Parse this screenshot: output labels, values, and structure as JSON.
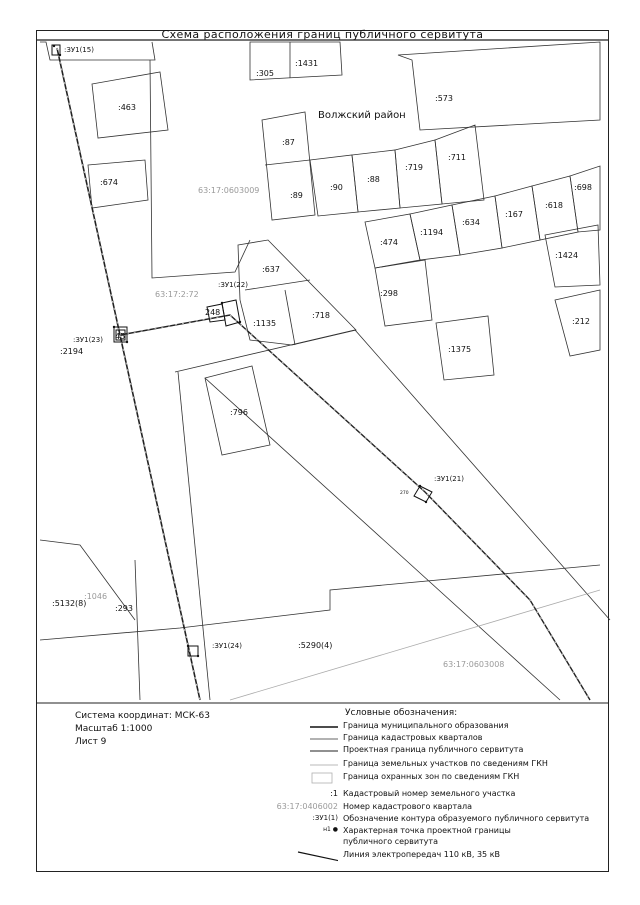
{
  "title": "Схема расположения границ публичного сервитута",
  "district": "Волжский район",
  "colors": {
    "line": "#222222",
    "thin_line": "#555555",
    "gray_text": "#9a9a9a",
    "zone_border": "#b0b0b0"
  },
  "map_labels": {
    "parcels": {
      "p305": ":305",
      "p1431": ":1431",
      "p463": ":463",
      "p573": ":573",
      "p87": ":87",
      "p89": ":89",
      "p90": ":90",
      "p88": ":88",
      "p719": ":719",
      "p711": ":711",
      "p674": ":674",
      "p698": ":698",
      "p618": ":618",
      "p167": ":167",
      "p634": ":634",
      "p1194": ":1194",
      "p474": ":474",
      "p1424": ":1424",
      "p637": ":637",
      "p298": ":298",
      "p718": ":718",
      "p1135": ":1135",
      "p212": ":212",
      "p1375": ":1375",
      "p248": "248",
      "p796": ":796",
      "p2194": ":2194",
      "p45": "45",
      "p5132": ":5132(8)",
      "p1046": ":1046",
      "p293": ":293",
      "p5290": ":5290(4)",
      "p270": "270"
    },
    "quarters": {
      "q1": "63:17:0603009",
      "q2": "63:17:2:72",
      "q3": "63:17:0603008"
    },
    "contours": {
      "c15": ":ЗУ1(15)",
      "c22": ":ЗУ1(22)",
      "c23": ":ЗУ1(23)",
      "c21": ":ЗУ1(21)",
      "c24": ":ЗУ1(24)"
    }
  },
  "info": {
    "coord_system": "Система координат: МСК-63",
    "scale": "Масштаб 1:1000",
    "sheet": "Лист 9"
  },
  "legend": {
    "heading": "Условные обозначения:",
    "items": [
      "Граница муниципального образования",
      "Граница кадастровых кварталов",
      "Проектная граница публичного сервитута",
      "Граница земельных участков по сведениям ГКН",
      "Граница охранных зон по сведениям ГКН",
      "Кадастровый номер земельного участка",
      "Номер кадастрового квартала",
      "Обозначение контура образуемого публичного сервитута",
      "Характерная точка проектной границы",
      "публичного сервитута",
      "Линия электропередач 110 кВ, 35 кВ"
    ],
    "sample_parcel": ":1",
    "sample_quarter": "63:17:0406002",
    "sample_contour": ":ЗУ1(1)",
    "sample_point": "н1"
  }
}
